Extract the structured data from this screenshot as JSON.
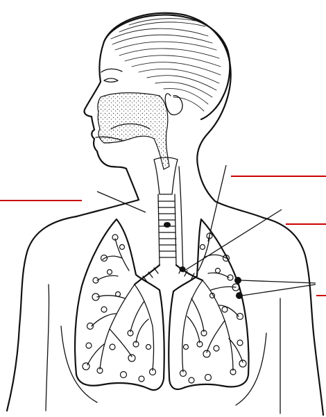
{
  "diagram": {
    "subject": "respiratory-system",
    "colors": {
      "ink": "#111111",
      "answer_line": "#cc0000",
      "background": "#ffffff",
      "stipple": "#444444"
    },
    "labels": [
      {
        "id": "label-left",
        "text": ""
      },
      {
        "id": "label-right-top",
        "text": ""
      },
      {
        "id": "label-right-middle",
        "text": ""
      },
      {
        "id": "label-right-bottom",
        "text": ""
      }
    ]
  }
}
